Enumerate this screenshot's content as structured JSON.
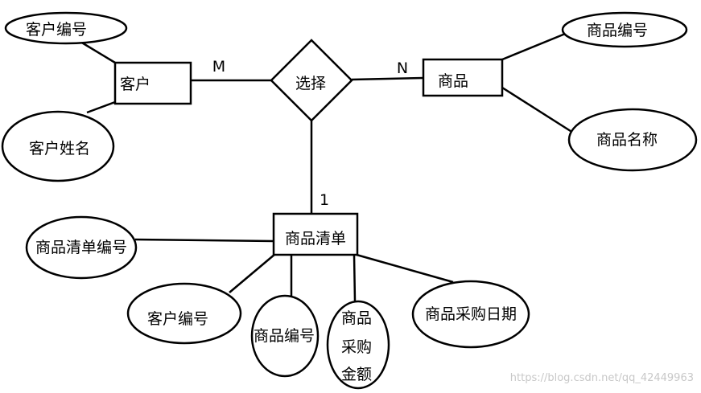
{
  "entities": {
    "customer": "客户",
    "product": "商品",
    "product_list": "商品清单"
  },
  "relationships": {
    "select": "选择"
  },
  "cardinalities": {
    "customer_side": "M",
    "product_side": "N",
    "list_side": "1"
  },
  "attributes": {
    "customer_id": "客户编号",
    "customer_name": "客户姓名",
    "product_id": "商品编号",
    "product_name": "商品名称",
    "list_id": "商品清单编号",
    "list_customer_id": "客户编号",
    "list_product_id": "商品编号",
    "list_amount": [
      "商品",
      "采购",
      "金额"
    ],
    "list_date": "商品采购日期"
  },
  "watermark": "https://blog.csdn.net/qq_42449963"
}
